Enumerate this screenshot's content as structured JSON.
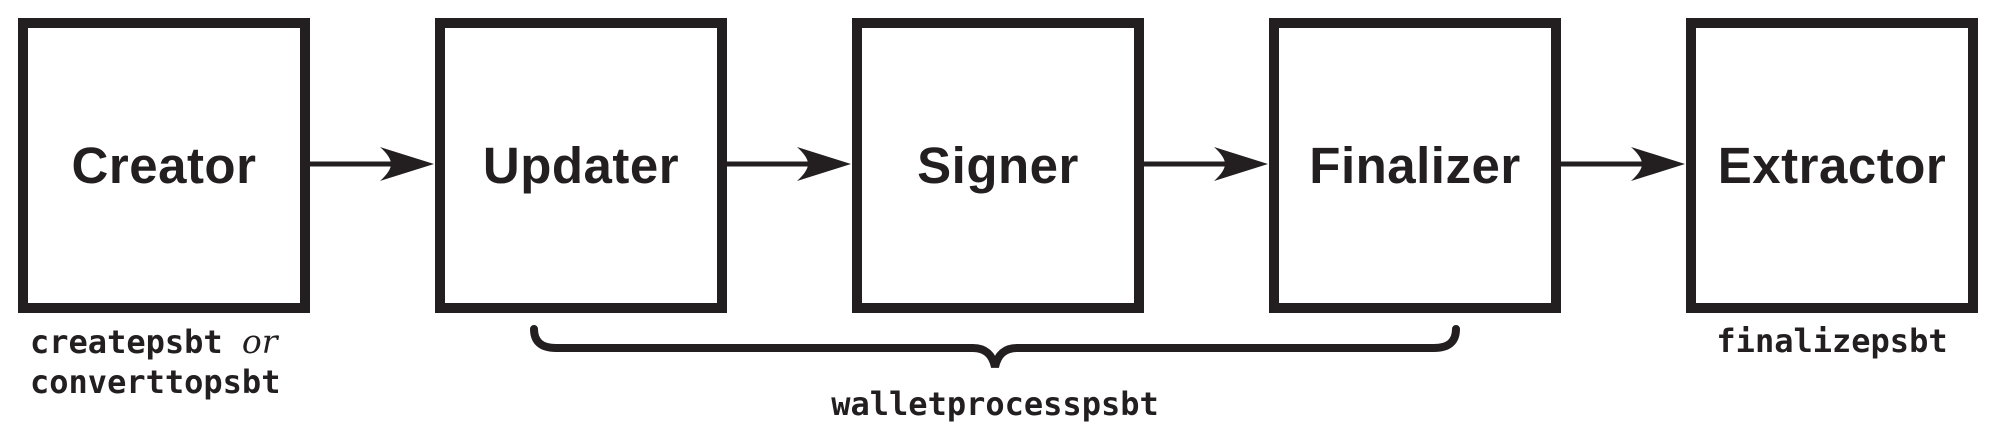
{
  "diagram": {
    "stages": [
      {
        "label": "Creator"
      },
      {
        "label": "Updater"
      },
      {
        "label": "Signer"
      },
      {
        "label": "Finalizer"
      },
      {
        "label": "Extractor"
      }
    ],
    "annotations": {
      "creator_command_1": "createpsbt",
      "creator_conjunction": "or",
      "creator_command_2": "converttopsbt",
      "brace_label": "walletprocesspsbt",
      "extractor_command": "finalizepsbt"
    },
    "colors": {
      "ink": "#231f20",
      "background": "#ffffff"
    }
  }
}
